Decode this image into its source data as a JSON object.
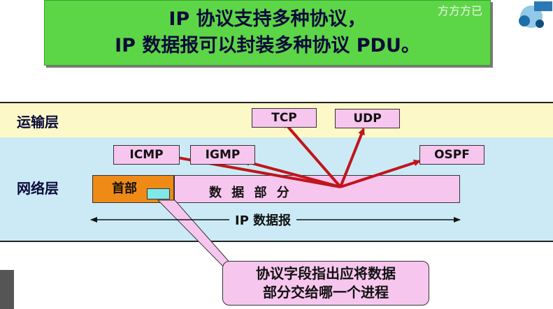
{
  "title": {
    "line1": "IP 协议支持多种协议，",
    "line2": "IP 数据报可以封装多种协议 PDU。"
  },
  "watermark": "方方方已",
  "layers": {
    "transport": "运输层",
    "network": "网络层"
  },
  "protocols": {
    "tcp": "TCP",
    "udp": "UDP",
    "icmp": "ICMP",
    "igmp": "IGMP",
    "ospf": "OSPF"
  },
  "packet": {
    "header": "首部",
    "data": "数 据 部 分",
    "datagram": "IP 数据报"
  },
  "callout": {
    "line1": "协议字段指出应将数据",
    "line2": "部分交给哪一个进程"
  },
  "colors": {
    "arrow": "#c0151b",
    "title_bg": "#5cd646",
    "header": "#f08a16",
    "pink": "#f7c6ee",
    "field": "#7ee8ea"
  }
}
